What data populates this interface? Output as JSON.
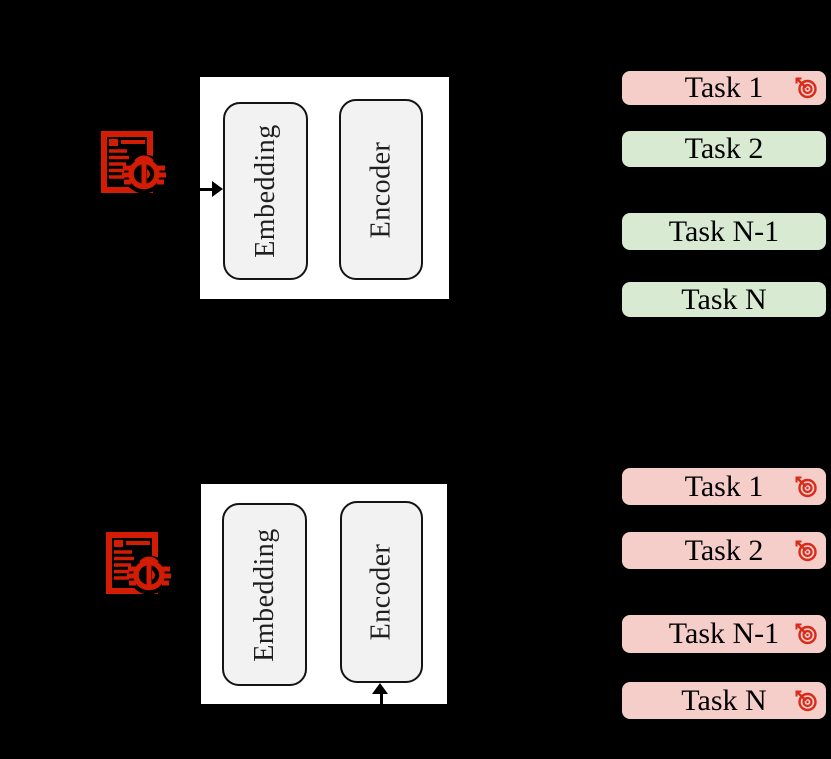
{
  "colors": {
    "background": "#000000",
    "panel_fill": "#ffffff",
    "block_fill": "#f2f2f2",
    "badge_attacked_fill": "#f5cdc9",
    "badge_clean_fill": "#d9ead3",
    "malware_red": "#d21c04",
    "target_red": "#d92b1a"
  },
  "panels": [
    {
      "id": "top",
      "blocks": [
        "Embedding",
        "Encoder"
      ],
      "arrow_target": "Embedding",
      "tasks": [
        {
          "label": "Task 1",
          "attacked": true
        },
        {
          "label": "Task 2",
          "attacked": false
        },
        {
          "label": "Task N-1",
          "attacked": false
        },
        {
          "label": "Task N",
          "attacked": false
        }
      ]
    },
    {
      "id": "bottom",
      "blocks": [
        "Embedding",
        "Encoder"
      ],
      "arrow_target": "Encoder",
      "tasks": [
        {
          "label": "Task 1",
          "attacked": true
        },
        {
          "label": "Task 2",
          "attacked": true
        },
        {
          "label": "Task N-1",
          "attacked": true
        },
        {
          "label": "Task N",
          "attacked": true
        }
      ]
    }
  ]
}
